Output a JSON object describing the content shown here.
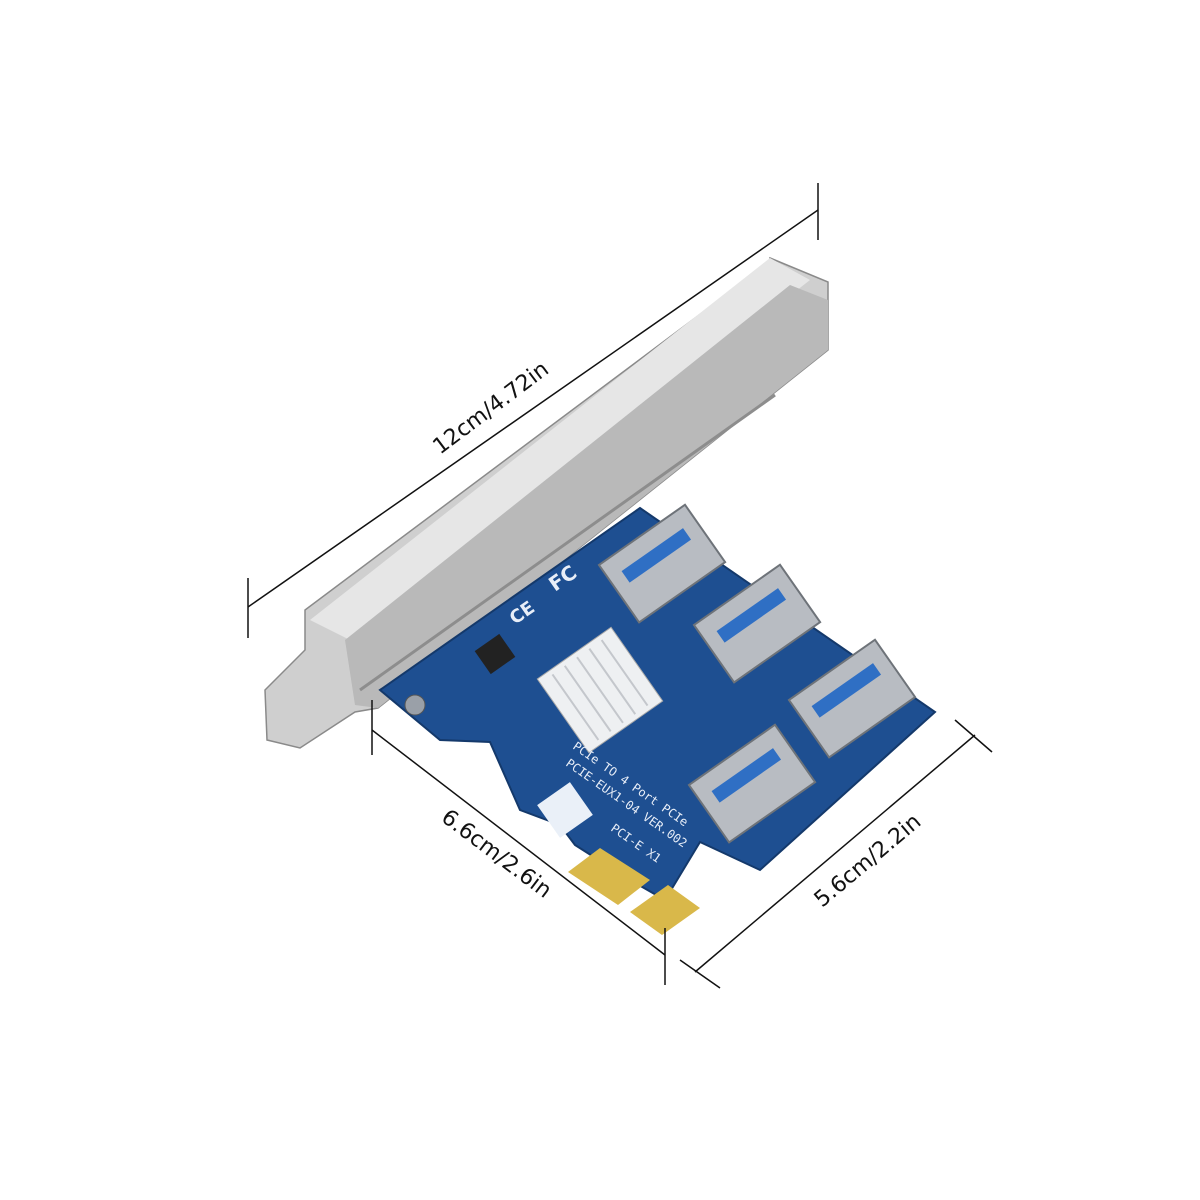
{
  "dimensions": {
    "length": "12cm/4.72in",
    "height": "6.6cm/2.6in",
    "depth": "5.6cm/2.2in"
  },
  "board_markings": {
    "fcc_logo": "FC",
    "ce_logo": "CE",
    "line1": "PCIe TO 4 Port PCIe",
    "line2": "PCIE-EUX1-04 VER.002",
    "line3": "PCI-E X1"
  },
  "colors": {
    "pcb": "#1e4f91",
    "bracket": "#c9c9c9",
    "usb_port": "#b8bcc2",
    "usb_tongue": "#2f6fc4",
    "gold_fingers": "#d9b84a",
    "heatsink": "#eef0f2"
  }
}
